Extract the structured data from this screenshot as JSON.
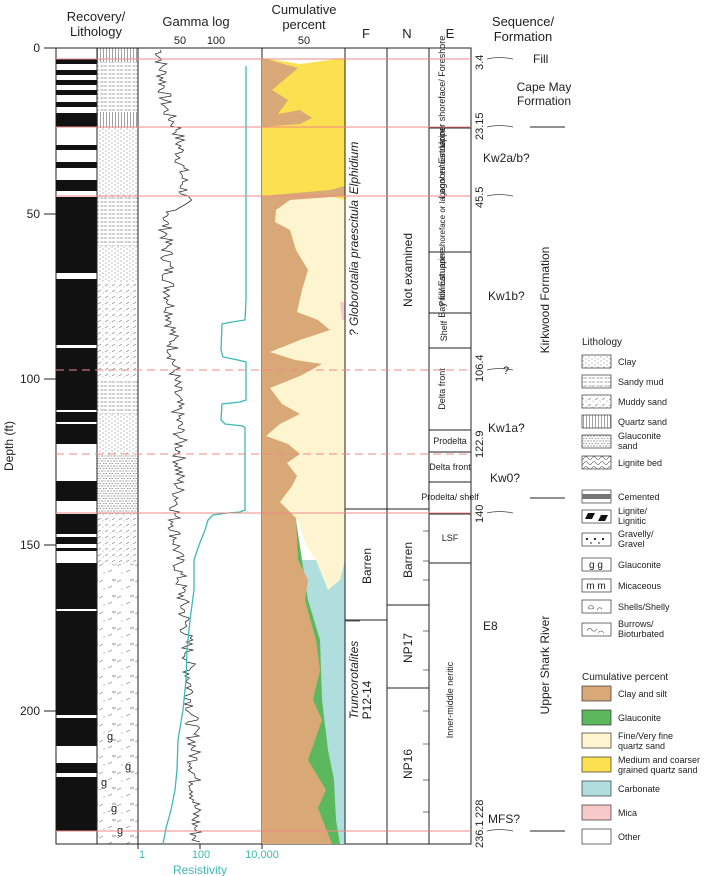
{
  "headers": {
    "recovery": "Recovery/",
    "lithology": "Lithology",
    "gamma": "Gamma log",
    "cum1": "Cumulative",
    "cum2": "percent",
    "f": "F",
    "n": "N",
    "e": "E",
    "seq1": "Sequence/",
    "seq2": "Formation"
  },
  "gamma_ticks": [
    "50",
    "100"
  ],
  "cum_tick": "50",
  "depth_axis": {
    "label": "Depth (ft)",
    "ticks": [
      "0",
      "50",
      "100",
      "150",
      "200"
    ],
    "range": [
      0,
      244
    ]
  },
  "resistivity_axis": {
    "label": "Resistivity",
    "ticks": [
      "1",
      "100",
      "10,000"
    ],
    "color": "#3fb8b8"
  },
  "foram_labels": [
    "Elphidium",
    "? Globorotalia praescitula",
    "Truncorotalites"
  ],
  "f_zones": [
    "Barren",
    "P12-14"
  ],
  "n_zones": [
    "Not examined",
    "Barren",
    "NP17",
    "NP16"
  ],
  "e_environments": [
    "Upper shoreface/ Foreshore",
    "Lagoon/ Estuarine",
    "Proximal upper shoreface or lagoon/ estuarine",
    "Bay fill/ Estuarine",
    "Shelf",
    "Delta front",
    "Prodelta",
    "Delta front",
    "Prodelta/ shelf",
    "LSF",
    "Inner-middle neritic"
  ],
  "boundary_depths": [
    "3.4",
    "23.15",
    "45.5",
    "106.4",
    "122.9",
    "140",
    "228",
    "236.1"
  ],
  "sequences": [
    "Fill",
    "Cape May Formation",
    "Kw2a/b?",
    "Kw1b?",
    "?",
    "Kw1a?",
    "Kw0?",
    "E8",
    "MFS?"
  ],
  "formations": [
    "Kirkwood Formation",
    "Upper Shark River"
  ],
  "lithology_legend": {
    "title": "Lithology",
    "items": [
      "Clay",
      "Sandy mud",
      "Muddy sand",
      "Quartz sand",
      "Glauconite sand",
      "Lignite bed",
      "Cemented",
      "Lignite/ Lignitic",
      "Gravelly/ Gravel",
      "Glauconite",
      "Micaceous",
      "Shells/Shelly",
      "Burrows/ Bioturbated"
    ]
  },
  "cum_legend": {
    "title": "Cumulative percent",
    "items": [
      {
        "label": "Clay and silt",
        "color": "#d9a877"
      },
      {
        "label": "Glauconite",
        "color": "#5cb85c"
      },
      {
        "label": "Fine/Very fine quartz sand",
        "color": "#fdf5d0"
      },
      {
        "label": "Medium and coarser grained quartz sand",
        "color": "#fbe14f"
      },
      {
        "label": "Carbonate",
        "color": "#b0dede"
      },
      {
        "label": "Mica",
        "color": "#f7c9c9"
      },
      {
        "label": "Other",
        "color": "#ffffff"
      }
    ]
  },
  "lithology_letters": [
    "g",
    "g",
    "g",
    "g",
    "g"
  ],
  "icon_glyphs": {
    "glauconite": "g g",
    "micaceous": "m m"
  }
}
